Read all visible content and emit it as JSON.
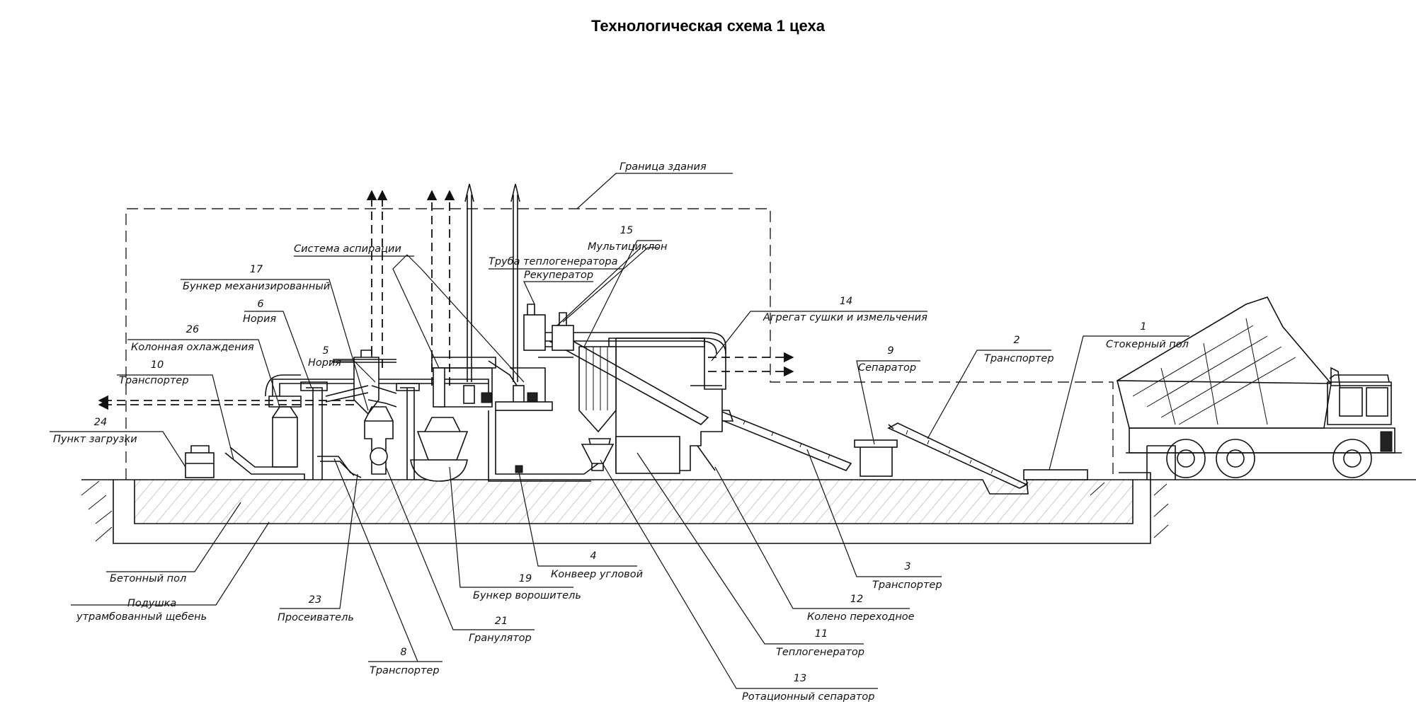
{
  "title": "Технологическая схема 1 цеха",
  "building_boundary": "Граница здания",
  "aspiration_system": "Система аспирации",
  "heat_pipe": "Труба теплогенератора",
  "recuperator": "Рекуператор",
  "concrete_floor": "Бетонный пол",
  "cushion_line1": "Подушка",
  "cushion_line2": "утрамбованный щебень",
  "items": [
    {
      "num": "1",
      "label": "Стокерный пол"
    },
    {
      "num": "2",
      "label": "Транспортер"
    },
    {
      "num": "3",
      "label": "Транспортер"
    },
    {
      "num": "4",
      "label": "Конвеер угловой"
    },
    {
      "num": "5",
      "label": "Нория"
    },
    {
      "num": "6",
      "label": "Нория"
    },
    {
      "num": "8",
      "label": "Транспортер"
    },
    {
      "num": "9",
      "label": "Сепаратор"
    },
    {
      "num": "10",
      "label": "Транспортер"
    },
    {
      "num": "11",
      "label": "Теплогенератор"
    },
    {
      "num": "12",
      "label": "Колено переходное"
    },
    {
      "num": "13",
      "label": "Ротационный сепаратор"
    },
    {
      "num": "14",
      "label": "Агрегат сушки и измельчения"
    },
    {
      "num": "15",
      "label": "Мультициклон"
    },
    {
      "num": "17",
      "label": "Бункер механизированный"
    },
    {
      "num": "19",
      "label": "Бункер ворошитель"
    },
    {
      "num": "21",
      "label": "Гранулятор"
    },
    {
      "num": "23",
      "label": "Просеиватель"
    },
    {
      "num": "24",
      "label": "Пункт загрузки"
    },
    {
      "num": "26",
      "label": "Колонная охлаждения"
    }
  ]
}
